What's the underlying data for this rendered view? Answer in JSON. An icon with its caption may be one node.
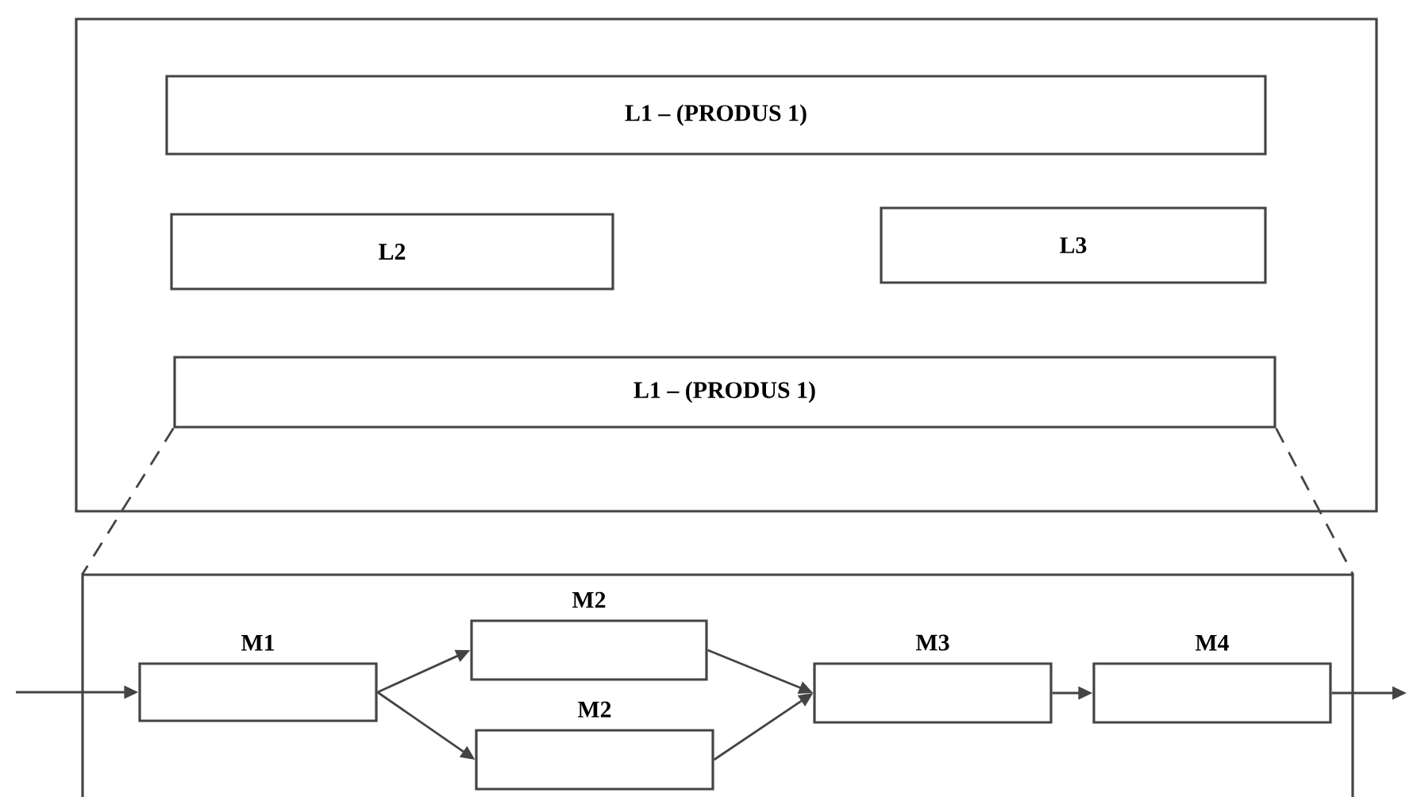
{
  "diagram": {
    "nodes": [
      {
        "text": [],
        "shape": "box"
      },
      {
        "text": [
          "L1 – (PRODUS 1)"
        ],
        "in": 0
      },
      {
        "text": [
          "L2"
        ],
        "in": 0
      },
      {
        "text": [
          "L3"
        ],
        "in": 0
      },
      {
        "text": [
          "L1 – (PRODUS 1)"
        ],
        "in": 0
      },
      {
        "text": [],
        "shape": "box"
      },
      {
        "text": [
          "M1"
        ],
        "in": 5
      },
      {
        "text": [
          "M2"
        ],
        "in": 5
      },
      {
        "text": [
          "M2"
        ],
        "in": 5
      },
      {
        "text": [
          "M3"
        ],
        "in": 5
      },
      {
        "text": [
          "M4"
        ],
        "in": 5
      }
    ],
    "edges": [
      {
        "from": 4,
        "to": 5,
        "arrow": "none",
        "style": "dashed"
      },
      {
        "from": 4,
        "to": 5,
        "arrow": "none",
        "style": "dashed"
      },
      {
        "from": null,
        "to": 6,
        "arrow": "to"
      },
      {
        "from": 6,
        "to": 7,
        "arrow": "to"
      },
      {
        "from": 6,
        "to": 8,
        "arrow": "to"
      },
      {
        "from": 7,
        "to": 9,
        "arrow": "to"
      },
      {
        "from": 8,
        "to": 9,
        "arrow": "to"
      },
      {
        "from": 9,
        "to": 10,
        "arrow": "to"
      },
      {
        "from": 10,
        "to": null,
        "arrow": "to"
      }
    ]
  }
}
